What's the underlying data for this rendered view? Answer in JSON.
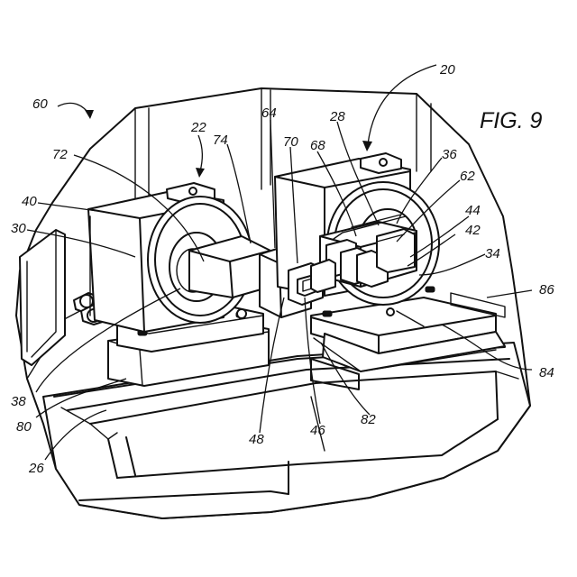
{
  "figure": {
    "caption": "FIG. 9"
  },
  "labels": {
    "r60": "60",
    "r20": "20",
    "r22": "22",
    "r64": "64",
    "r28": "28",
    "r74": "74",
    "r70": "70",
    "r68": "68",
    "r36": "36",
    "r72": "72",
    "r62": "62",
    "r40": "40",
    "r44": "44",
    "r42": "42",
    "r30": "30",
    "r34": "34",
    "r86": "86",
    "r38": "38",
    "r84": "84",
    "r80": "80",
    "r82": "82",
    "r46": "46",
    "r48": "48",
    "r26": "26"
  }
}
